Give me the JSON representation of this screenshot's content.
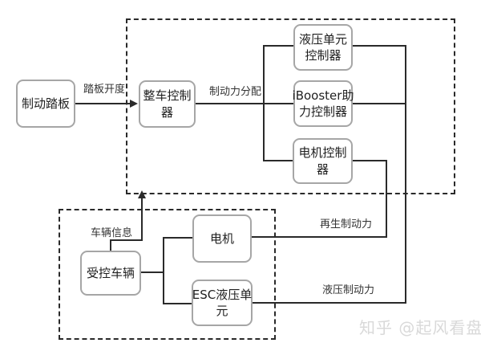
{
  "nodes": {
    "brake_pedal": {
      "line1": "制动踏板",
      "line2": ""
    },
    "vehicle_controller": {
      "line1": "整车控制",
      "line2": "器"
    },
    "hydraulic_unit_controller": {
      "line1": "液压单元",
      "line2": "控制器"
    },
    "ibooster_controller": {
      "line1": "iBooster助",
      "line2": "力控制器"
    },
    "motor_controller": {
      "line1": "电机控制",
      "line2": "器"
    },
    "motor": {
      "line1": "电机",
      "line2": ""
    },
    "esc_hydraulic_unit": {
      "line1": "ESC液压单",
      "line2": "元"
    },
    "controlled_vehicle": {
      "line1": "受控车辆",
      "line2": ""
    }
  },
  "edge_labels": {
    "pedal_opening": "踏板开度",
    "braking_force_distribution": "制动力分配",
    "vehicle_info": "车辆信息",
    "regenerative_braking_force": "再生制动力",
    "hydraulic_braking_force": "液压制动力"
  },
  "watermark": "知乎 @起风看盘",
  "colors": {
    "background": "#ffffff",
    "line": "#2a2a2a",
    "box_border": "#a6a6a6",
    "text": "#1f1f1f",
    "label": "#333333",
    "watermark": "#d9d9d9"
  }
}
